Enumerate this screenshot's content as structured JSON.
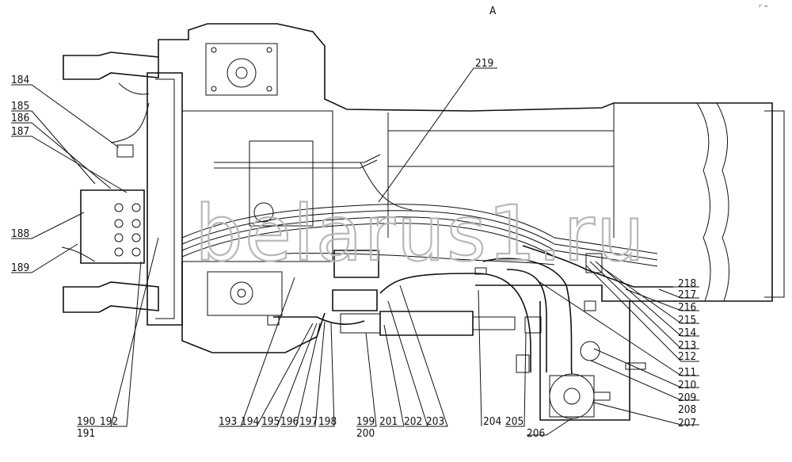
{
  "view_label": "A",
  "watermark": "belarus1.ru",
  "corner_mark": "r' ═",
  "callouts": {
    "c184": "184",
    "c185": "185",
    "c186": "186",
    "c187": "187",
    "c188": "188",
    "c189": "189",
    "c190": "190",
    "c191": "191",
    "c192": "192",
    "c193": "193",
    "c194": "194",
    "c195": "195",
    "c196": "196",
    "c197": "197",
    "c198": "198",
    "c199": "199",
    "c200": "200",
    "c201": "201",
    "c202": "202",
    "c203": "203",
    "c204": "204",
    "c205": "205",
    "c206": "206",
    "c207": "207",
    "c208": "208",
    "c209": "209",
    "c210": "210",
    "c211": "211",
    "c212": "212",
    "c213": "213",
    "c214": "214",
    "c215": "215",
    "c216": "216",
    "c217": "217",
    "c218": "218",
    "c219": "219"
  }
}
